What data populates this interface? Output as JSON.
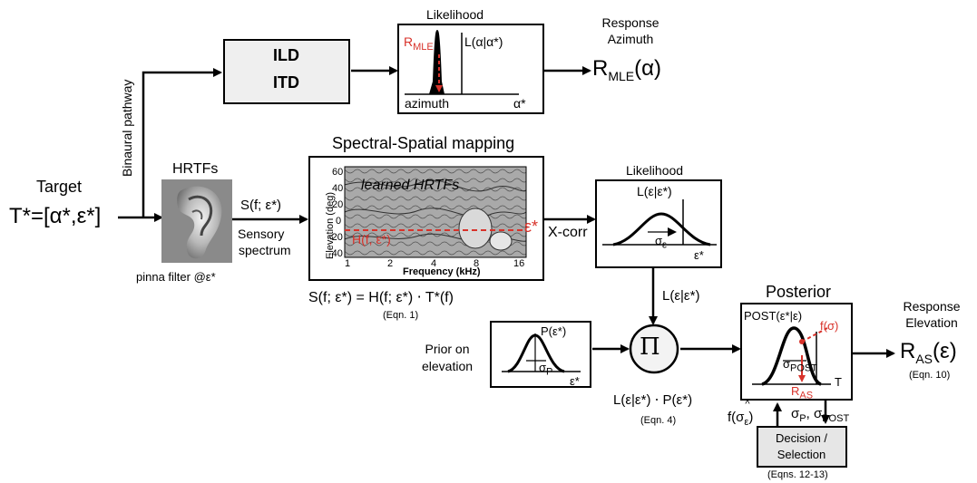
{
  "target": {
    "label": "Target",
    "formula": "T*=[α*,ε*]"
  },
  "binaural_label": "Binaural pathway",
  "hrtfs": {
    "title": "HRTFs",
    "caption": "pinna filter @ε*"
  },
  "sensory": {
    "signal": "S(f; ε*)",
    "line1": "Sensory",
    "line2": "spectrum"
  },
  "ild_itd": {
    "line1": "ILD",
    "line2": "ITD"
  },
  "azimuth_likelihood": {
    "title": "Likelihood",
    "peak_label": "R",
    "peak_sub": "MLE",
    "curve_label": "L(α|α*)",
    "axis_label": "azimuth",
    "axis_end": "α*"
  },
  "response_azimuth": {
    "line1": "Response",
    "line2": "Azimuth",
    "value_main": "R",
    "value_sub": "MLE",
    "value_tail": "(α)"
  },
  "spectral_mapping": {
    "title": "Spectral-Spatial mapping",
    "overlay_label": "learned HRTFs",
    "h_label": "H(f, ε*)",
    "eps_label": "ε*",
    "y_axis_label": "Elevation (deg)",
    "x_axis_label": "Frequency (kHz)",
    "y_ticks": [
      "60",
      "40",
      "20",
      "0",
      "-20",
      "-40"
    ],
    "x_ticks": [
      "1",
      "2",
      "4",
      "8",
      "16"
    ],
    "equation": "S(f; ε*) = H(f; ε*) ⋅ T*(f)",
    "eqn_ref": "(Eqn. 1)"
  },
  "xcorr_label": "X-corr",
  "elev_likelihood": {
    "title": "Likelihood",
    "curve_label": "L(ε|ε*)",
    "sigma": "σ",
    "sigma_sub": "ε",
    "axis_end": "ε*"
  },
  "likelihood_link_label": "L(ε|ε*)",
  "prior": {
    "line1": "Prior on",
    "line2": "elevation",
    "curve_label": "P(ε*)",
    "sigma": "σ",
    "sigma_sub": "P",
    "axis_end": "ε*"
  },
  "product": {
    "symbol": "Π",
    "formula": "L(ε|ε*) ⋅ P(ε*)",
    "eqn_ref": "(Eqn. 4)"
  },
  "posterior": {
    "title": "Posterior",
    "curve_label": "POST(ε*|ε)",
    "f_label": "f(σ)",
    "sigma": "σ",
    "sigma_sub": "POST",
    "r_main": "R",
    "r_sub": "AS",
    "axis_end": "T"
  },
  "response_elevation": {
    "line1": "Response",
    "line2": "Elevation",
    "value_main": "R",
    "value_sub": "AS",
    "value_tail": "(ε)",
    "eqn_ref": "(Eqn. 10)"
  },
  "feedback": {
    "f_sigma_main": "f(σ",
    "f_sigma_hat": "^",
    "f_sigma_sub": "ε",
    "f_sigma_tail": ")",
    "sigmas": "σ",
    "sigma_p_sub": "P",
    "sigma_post_sub": "POST"
  },
  "decision": {
    "line1": "Decision /",
    "line2": "Selection",
    "eqn_ref": "(Eqns. 12-13)"
  },
  "colors": {
    "accent_red": "#d8322a",
    "box_fill": "#efefef"
  }
}
